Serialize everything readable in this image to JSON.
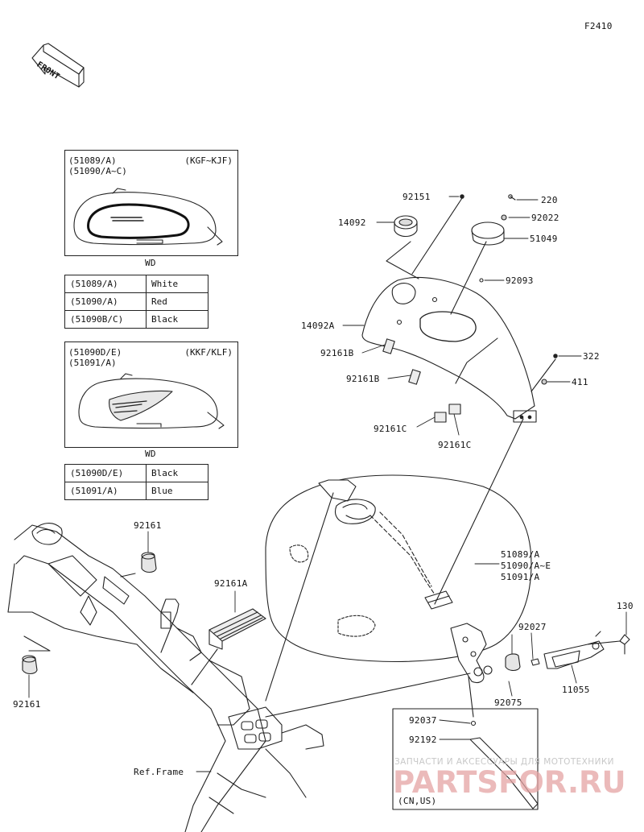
{
  "figure_code": "F2410",
  "front_label": "FRONT",
  "variant_boxes": [
    {
      "models_line1": "(51089/A)",
      "models_line2": "(51090/A~C)",
      "region": "(KGF~KJF)",
      "decal_label": "WD",
      "colors": [
        {
          "part": "(51089/A)",
          "color": "White"
        },
        {
          "part": "(51090/A)",
          "color": "Red"
        },
        {
          "part": "(51090B/C)",
          "color": "Black"
        }
      ]
    },
    {
      "models_line1": "(51090D/E)",
      "models_line2": "(51091/A)",
      "region": "(KKF/KLF)",
      "decal_label": "WD",
      "colors": [
        {
          "part": "(51090D/E)",
          "color": "Black"
        },
        {
          "part": "(51091/A)",
          "color": "Blue"
        }
      ]
    }
  ],
  "callouts": {
    "p92151": "92151",
    "p220": "220",
    "p14092": "14092",
    "p92022": "92022",
    "p51049": "51049",
    "p92093": "92093",
    "p14092A": "14092A",
    "p92161B_1": "92161B",
    "p92161B_2": "92161B",
    "p322": "322",
    "p411": "411",
    "p92161C_1": "92161C",
    "p92161C_2": "92161C",
    "p92161_1": "92161",
    "p92161A": "92161A",
    "tank_1": "51089/A",
    "tank_2": "51090/A~E",
    "tank_3": "51091/A",
    "p130": "130",
    "p92027": "92027",
    "p11055": "11055",
    "p92075": "92075",
    "p92161_2": "92161",
    "p92037": "92037",
    "p92192": "92192",
    "ref_frame": "Ref.Frame",
    "market_note": "(CN,US)"
  },
  "watermark": {
    "subtitle": "ЗАПЧАСТИ И АКСЕССУАРЫ ДЛЯ МОТОТЕХНИКИ",
    "brand": "PARTSFOR.RU",
    "color": "#e5a4a4"
  }
}
